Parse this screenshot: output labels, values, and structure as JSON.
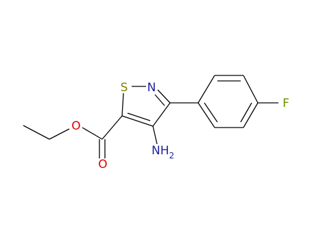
{
  "molecule": {
    "atoms": [
      {
        "id": "S",
        "symbol": "S",
        "color": "#808000"
      },
      {
        "id": "N_ring",
        "symbol": "N",
        "color": "#1f1fa0"
      },
      {
        "id": "O_ester",
        "symbol": "O",
        "color": "#e00000"
      },
      {
        "id": "O_carbonyl",
        "symbol": "O",
        "color": "#e00000"
      },
      {
        "id": "N_amino",
        "symbol": "NH",
        "subscript": "2",
        "color": "#1f1fa0"
      },
      {
        "id": "F",
        "symbol": "F",
        "color": "#6b8e00"
      }
    ]
  }
}
